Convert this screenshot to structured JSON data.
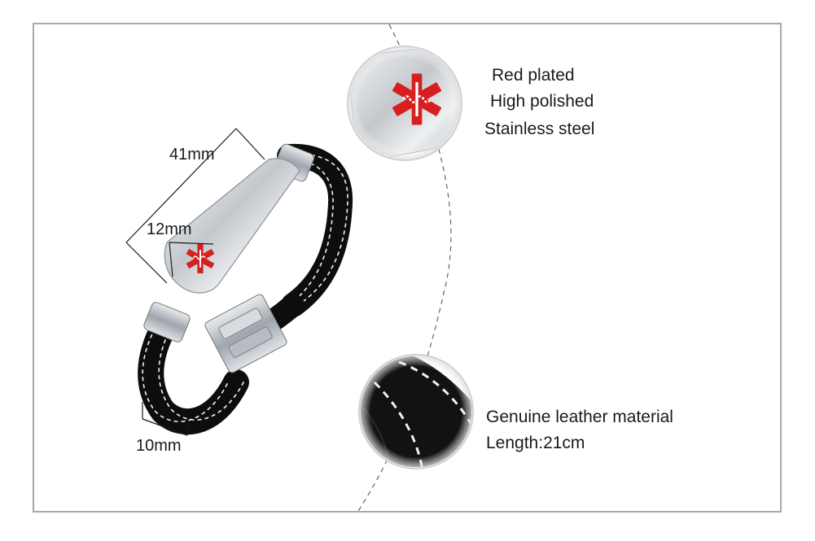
{
  "dimensions": {
    "length": "41mm",
    "plate_width": "12mm",
    "band_width": "10mm"
  },
  "features": {
    "plate": {
      "line1": "Red plated",
      "line2": "High polished",
      "line3": "Stainless steel"
    },
    "band": {
      "line1": "Genuine leather material",
      "line2": "Length:21cm"
    }
  },
  "colors": {
    "symbol_red": "#d71f1f",
    "steel": "#c9ccd1",
    "leather": "#0d0d0d",
    "stitching": "#f2f2f2",
    "frame_border": "#a8a8a8"
  },
  "icons": {
    "plate_symbol": "star-of-life-icon"
  }
}
